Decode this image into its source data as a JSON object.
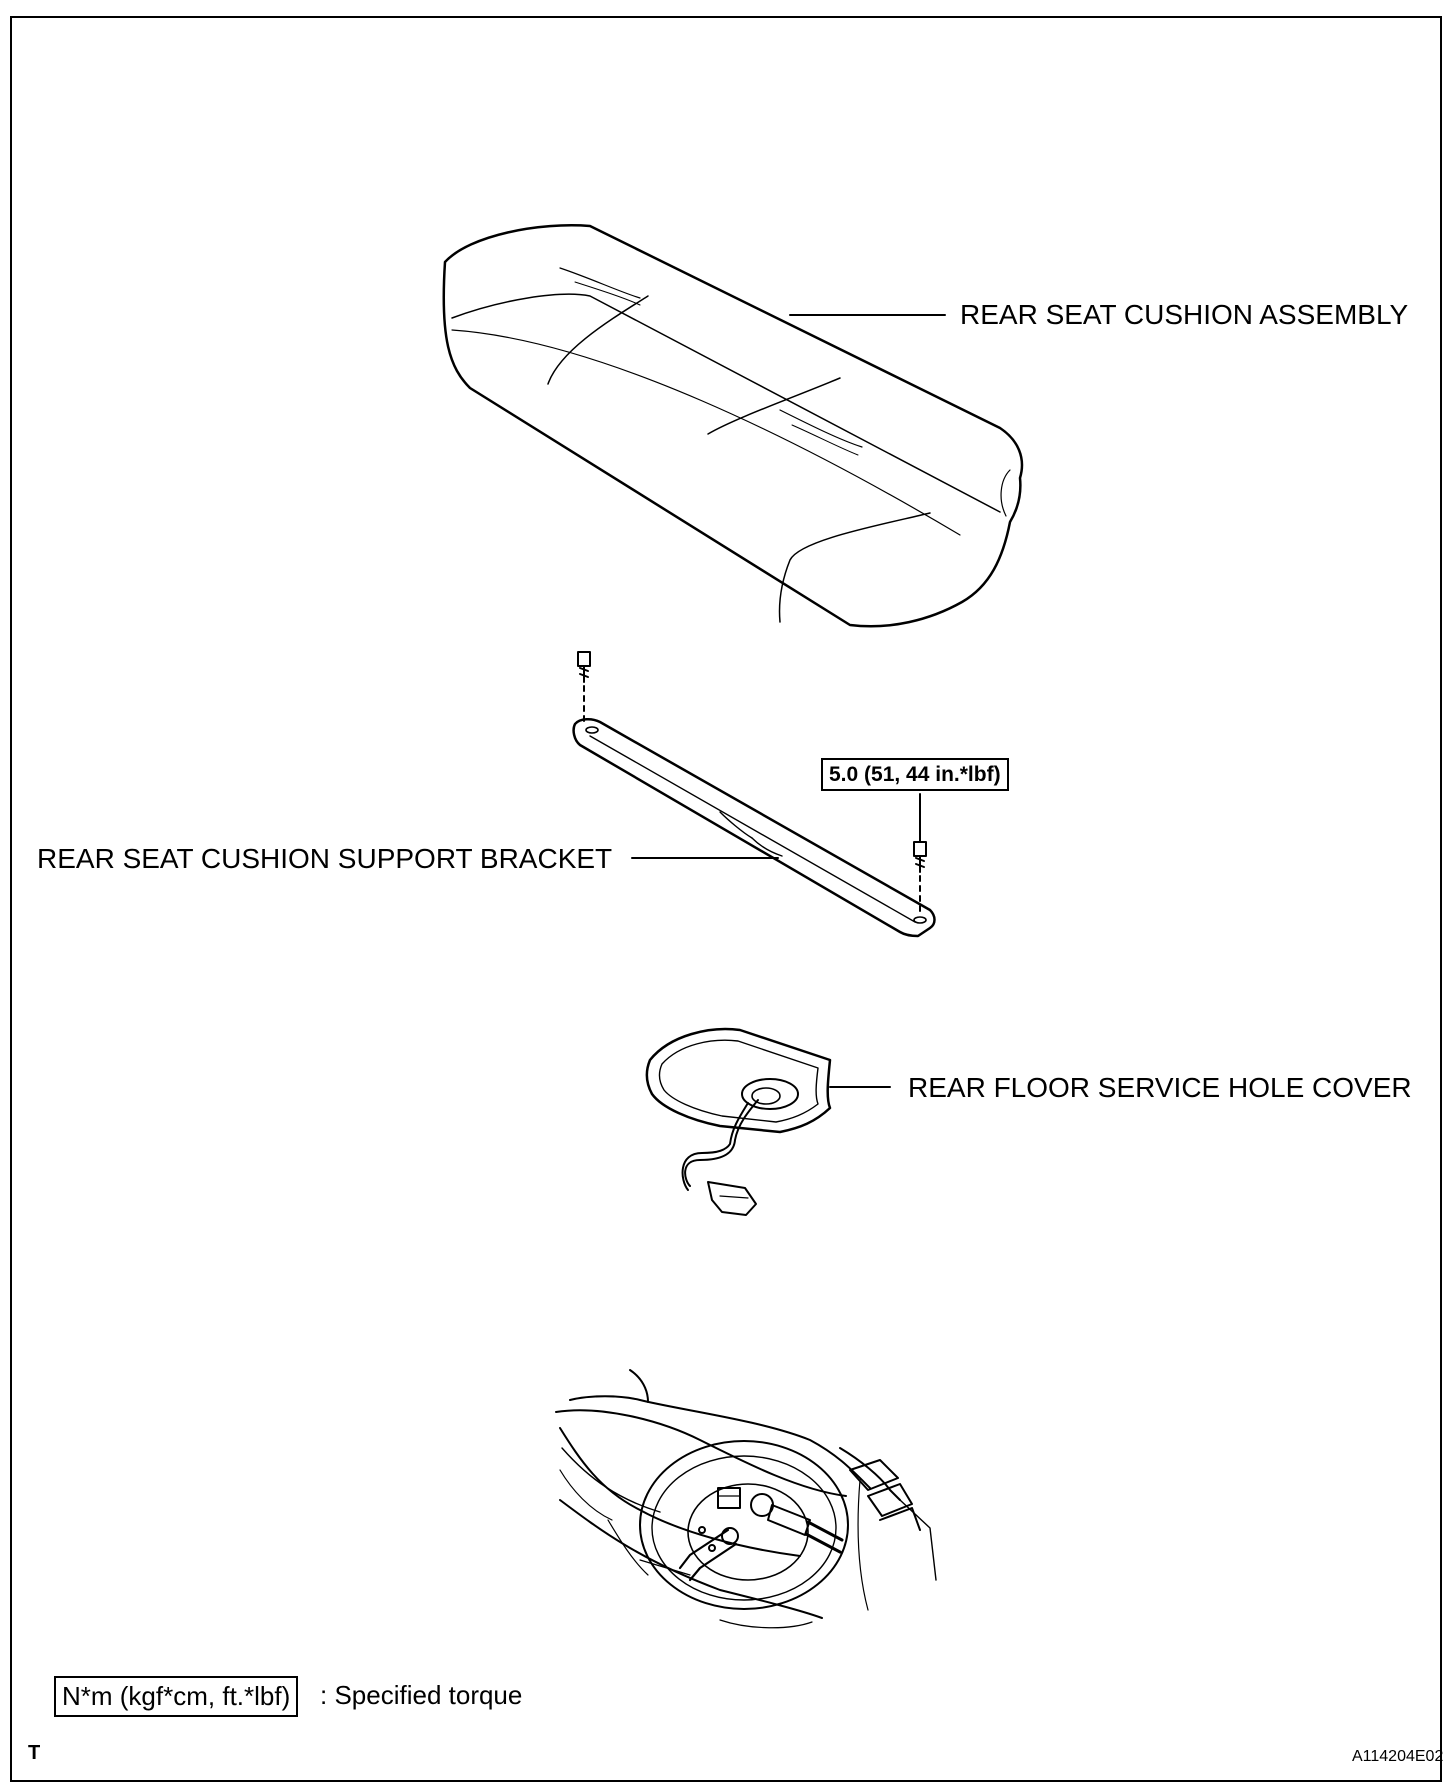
{
  "labels": {
    "cushion": "REAR SEAT CUSHION ASSEMBLY",
    "bracket": "REAR SEAT CUSHION SUPPORT BRACKET",
    "cover": "REAR FLOOR SERVICE HOLE COVER"
  },
  "torque": "5.0 (51, 44 in.*lbf)",
  "legend": {
    "box": "N*m (kgf*cm, ft.*lbf)",
    "text": ": Specified torque"
  },
  "corner_letter": "T",
  "figure_id": "A114204E02"
}
